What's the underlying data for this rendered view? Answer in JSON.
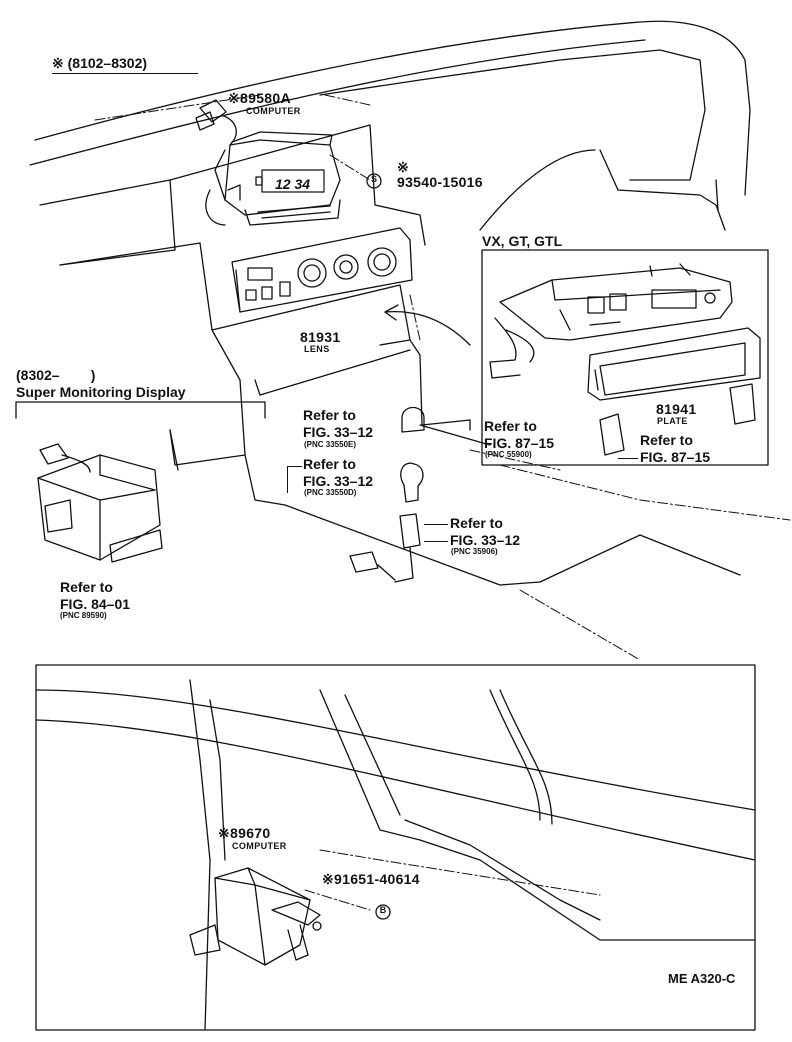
{
  "top_range": "※ (8102–8302)",
  "computer_a": {
    "part": "※89580A",
    "name": "COMPUTER"
  },
  "screw_a": {
    "part": "※\n93540-15016",
    "symbol": "S"
  },
  "display_reading": "12 34",
  "variant_label": "VX, GT, GTL",
  "lens": {
    "part": "81931",
    "name": "LENS"
  },
  "plate": {
    "part": "81941",
    "name": "PLATE"
  },
  "range_b": "(8302–        )",
  "super_monitoring": "Super Monitoring Display",
  "refs": [
    {
      "line1": "Refer to",
      "line2": "FIG. 33–12",
      "pnc": "(PNC 33550E)"
    },
    {
      "line1": "Refer to",
      "line2": "FIG. 33–12",
      "pnc": "(PNC 33550D)"
    },
    {
      "line1": "Refer to",
      "line2": "FIG. 33–12",
      "pnc": "(PNC 35906)"
    },
    {
      "line1": "Refer to",
      "line2": "FIG. 87–15",
      "pnc": "(PNC 55900)"
    },
    {
      "line1": "Refer to",
      "line2": "FIG. 87–15",
      "pnc": ""
    },
    {
      "line1": "Refer to",
      "line2": "FIG. 84–01",
      "pnc": "(PNC 89590)"
    }
  ],
  "computer_b": {
    "part": "※89670",
    "name": "COMPUTER"
  },
  "bolt_b": {
    "part": "※91651-40614",
    "symbol": "B"
  },
  "diagram_code": "ME A320-C"
}
